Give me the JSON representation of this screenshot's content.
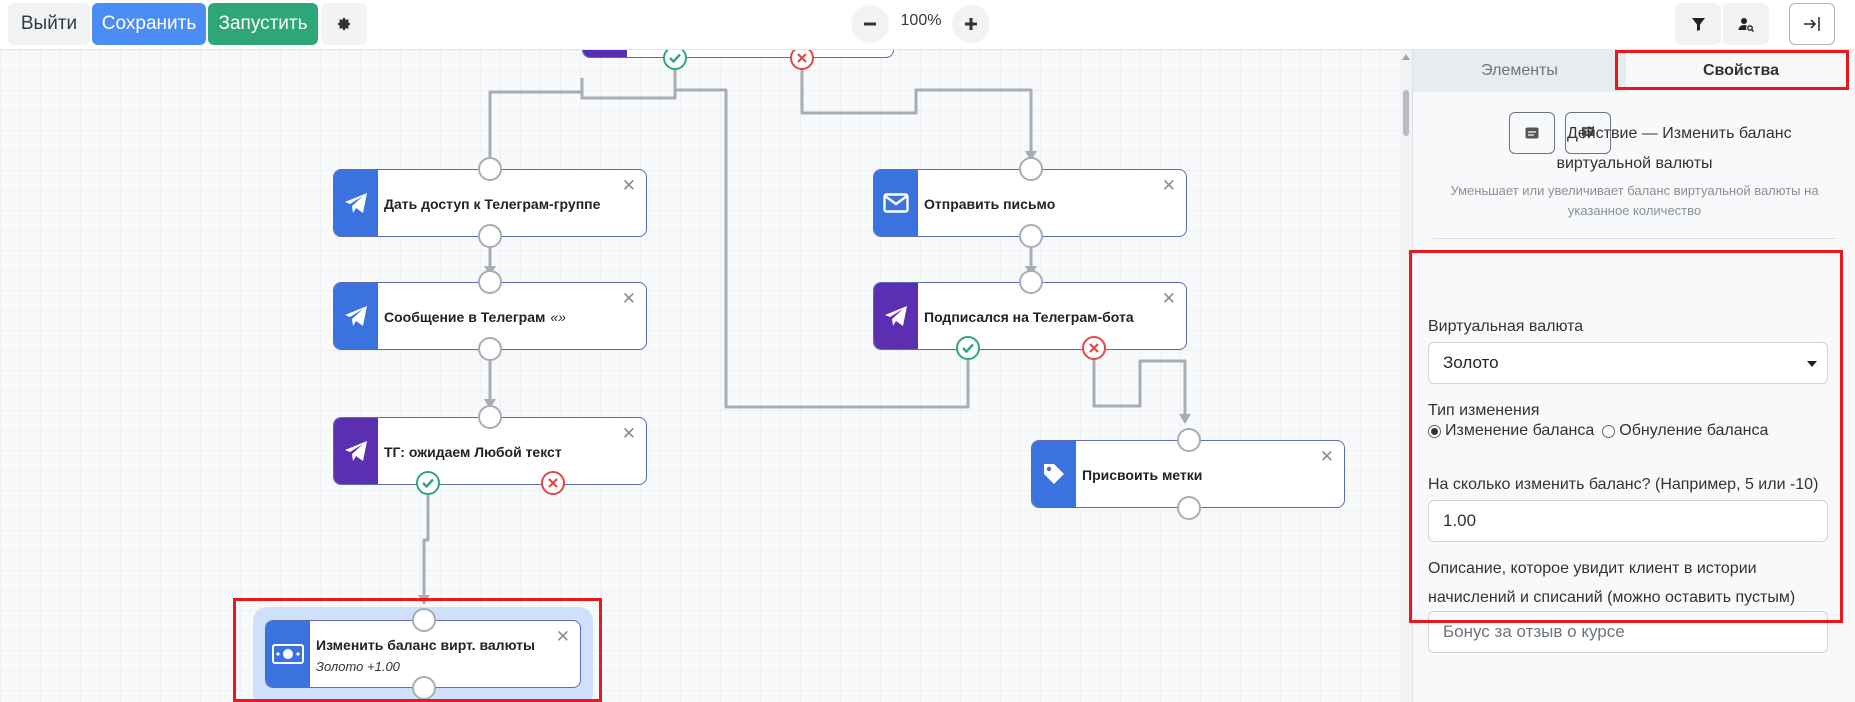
{
  "toolbar": {
    "exit_label": "Выйти",
    "save_label": "Сохранить",
    "run_label": "Запустить",
    "zoom_level": "100%"
  },
  "canvas": {
    "nodes": {
      "telegram_group": {
        "title": "Дать доступ к Телеграм-группе",
        "icon": "paper-plane-icon"
      },
      "telegram_message": {
        "title": "Сообщение в Телеграм",
        "subtitle": "«»",
        "icon": "paper-plane-icon"
      },
      "wait_text": {
        "title": "ТГ: ожидаем Любой текст",
        "icon": "paper-plane-icon"
      },
      "change_balance": {
        "title": "Изменить баланс вирт. валюты",
        "subtitle": "Золото +1.00",
        "icon": "money-icon"
      },
      "send_email": {
        "title": "Отправить письмо",
        "icon": "envelope-icon"
      },
      "subscribed_bot": {
        "title": "Подписался на Телеграм-бота",
        "icon": "paper-plane-icon"
      },
      "assign_tags": {
        "title": "Присвоить метки",
        "icon": "tag-icon"
      }
    },
    "close_symbol": "✕"
  },
  "sidebar": {
    "tabs": {
      "elements": "Элементы",
      "properties": "Свойства"
    },
    "header": {
      "title_line1": "Действие — Изменить баланс",
      "title_line2": "виртуальной валюты",
      "description": "Уменьшает или увеличивает баланс виртуальной валюты на указанное количество"
    },
    "form": {
      "currency_label": "Виртуальная валюта",
      "currency_value": "Золото",
      "change_type_label": "Тип изменения",
      "options": [
        "Изменение баланса",
        "Обнуление баланса"
      ],
      "selected_option": "Изменение баланса",
      "amount_label": "На сколько изменить баланс? (Например, 5 или -10)",
      "amount_value": "1.00",
      "description_label_line1": "Описание, которое увидит клиент в истории",
      "description_label_line2": "начислений и списаний (можно оставить пустым)",
      "description_placeholder": "Бонус за отзыв о курсе"
    }
  },
  "colors": {
    "accent_blue": "#3a72e0",
    "accent_purple": "#5a2fb2",
    "save_button": "#4c8df5",
    "run_button": "#2fa67a",
    "highlight_red": "#e8181e",
    "success_green": "#2fa67a",
    "error_red": "#e04848"
  }
}
